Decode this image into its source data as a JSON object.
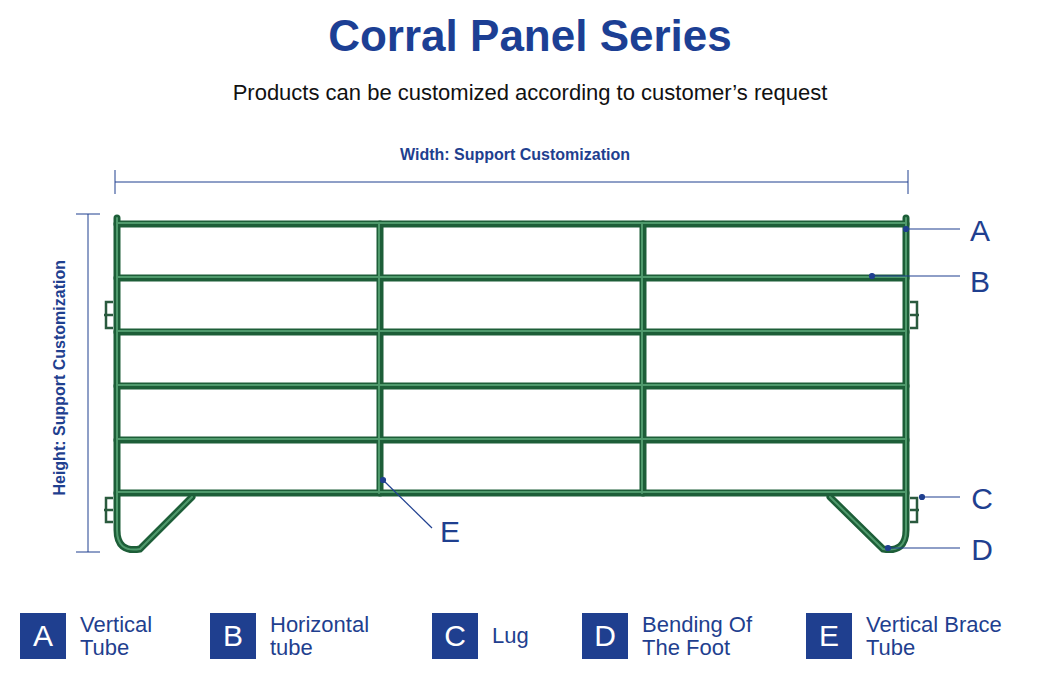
{
  "diagram": {
    "title": "Corral Panel Series",
    "nodes": [
      {
        "text": [
          "A",
          "Vertical Tube"
        ]
      },
      {
        "text": [
          "B",
          "Horizontal tube"
        ]
      },
      {
        "text": [
          "C",
          "Lug"
        ]
      },
      {
        "text": [
          "D",
          "Bending Of The Foot"
        ]
      },
      {
        "text": [
          "E",
          "Vertical Brace Tube"
        ]
      }
    ],
    "labels": [
      "Products can be customized according to customer’s request",
      "Width: Support Customization",
      "Height: Support Customization",
      "A",
      "B",
      "C",
      "D",
      "E"
    ]
  }
}
